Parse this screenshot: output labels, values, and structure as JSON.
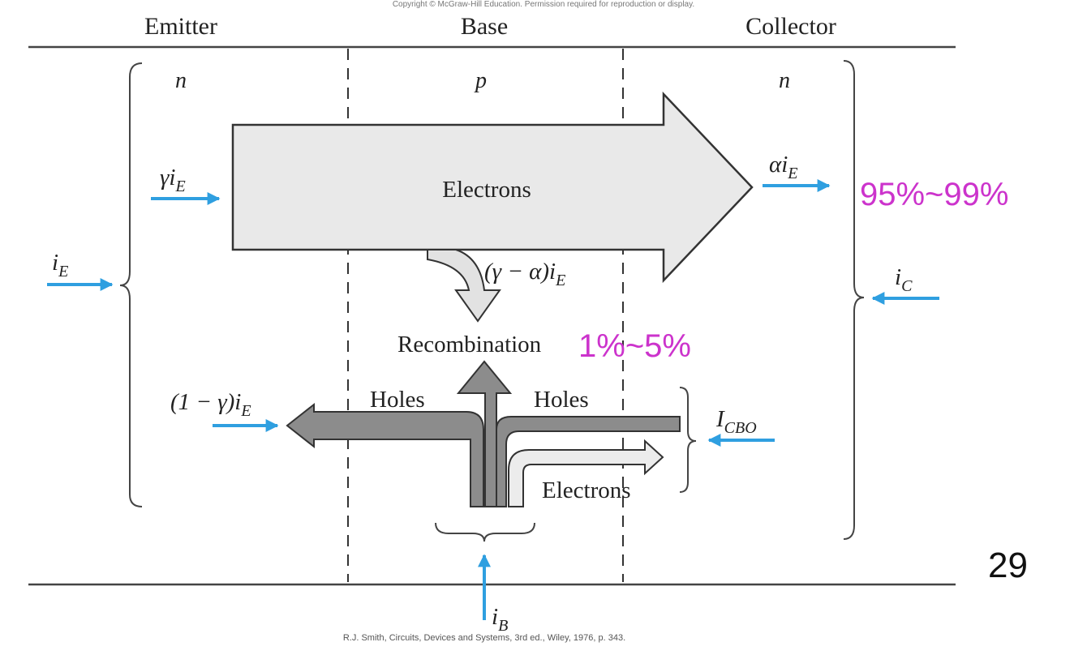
{
  "copyright": "Copyright © McGraw-Hill Education. Permission required for reproduction or display.",
  "regions": {
    "emitter": {
      "name": "Emitter",
      "type": "n"
    },
    "base": {
      "name": "Base",
      "type": "p"
    },
    "collector": {
      "name": "Collector",
      "type": "n"
    }
  },
  "flows": {
    "electrons_main": "Electrons",
    "recombination": "Recombination",
    "holes_left": "Holes",
    "holes_right": "Holes",
    "electrons_small": "Electrons"
  },
  "currents": {
    "gamma_iE": {
      "coef": "γi",
      "sub": "E"
    },
    "alpha_iE": {
      "coef": "αi",
      "sub": "E"
    },
    "gamma_minus_alpha_iE": {
      "coef": "(γ − α)i",
      "sub": "E"
    },
    "one_minus_gamma_iE": {
      "coef": "(1 − γ)i",
      "sub": "E"
    },
    "iE": {
      "coef": "i",
      "sub": "E"
    },
    "iC": {
      "coef": "i",
      "sub": "C"
    },
    "ICBO": {
      "coef": "I",
      "sub": "CBO"
    },
    "iB": {
      "coef": "i",
      "sub": "B"
    }
  },
  "annotations": {
    "collector_pct": "95%~99%",
    "recomb_pct": "1%~5%",
    "color": "#cc33cc"
  },
  "colors": {
    "current_arrow": "#2f9fe0",
    "big_arrow_fill": "#e9e9e9",
    "hole_arrow_fill": "#8c8c8c"
  },
  "credit": "R.J. Smith, Circuits, Devices and Systems, 3rd ed., Wiley, 1976, p. 343.",
  "page_number": "29"
}
